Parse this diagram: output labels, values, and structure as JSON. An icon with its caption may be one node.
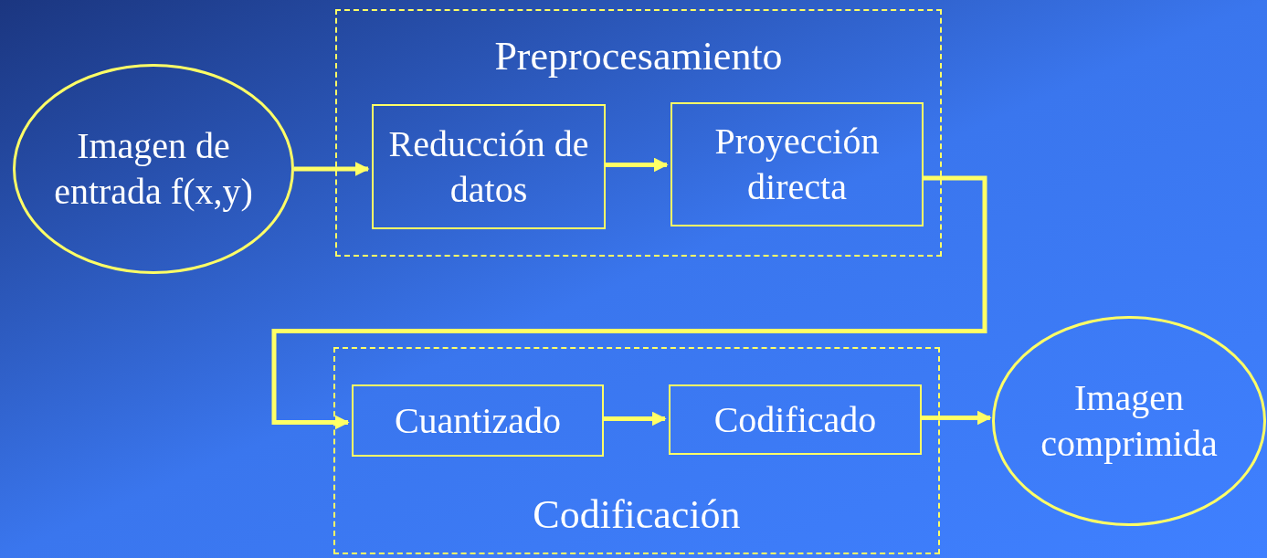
{
  "diagram": {
    "nodes": [
      {
        "text": [
          "Imagen de entrada f(x,y)"
        ]
      },
      {
        "text": [
          "Preprocesamiento"
        ]
      },
      {
        "text": [
          "Reducción de datos"
        ],
        "in": 1
      },
      {
        "text": [
          "Proyección directa"
        ],
        "in": 1
      },
      {
        "text": [
          "Codificación"
        ]
      },
      {
        "text": [
          "Cuantizado"
        ],
        "in": 4
      },
      {
        "text": [
          "Codificado"
        ],
        "in": 4
      },
      {
        "text": [
          "Imagen comprimida"
        ]
      }
    ],
    "edges": [
      {
        "from": 0,
        "to": 2,
        "arrow": "to"
      },
      {
        "from": 2,
        "to": 3,
        "arrow": "to"
      },
      {
        "from": 3,
        "to": 5,
        "arrow": "to"
      },
      {
        "from": 5,
        "to": 6,
        "arrow": "to"
      },
      {
        "from": 6,
        "to": 7,
        "arrow": "to"
      }
    ]
  }
}
